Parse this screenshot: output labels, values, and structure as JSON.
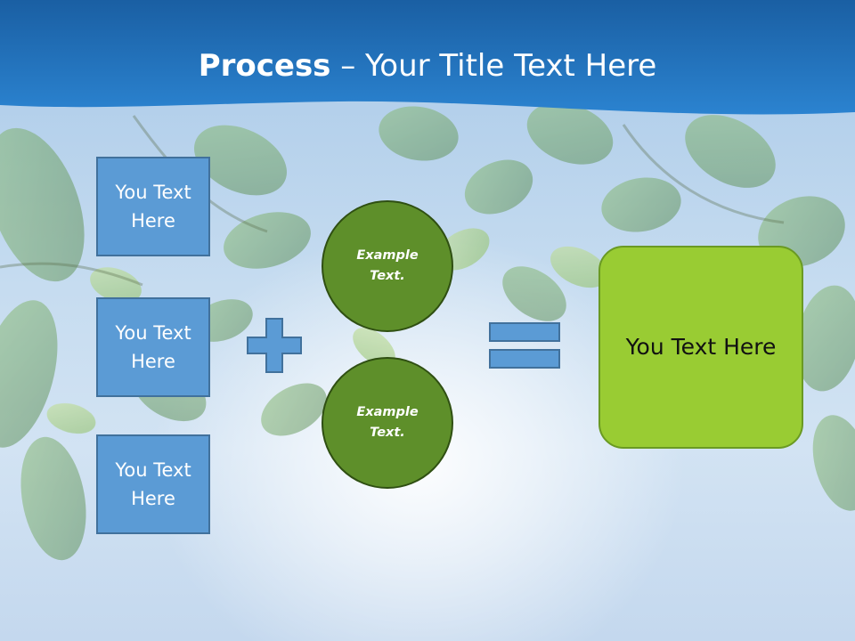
{
  "slide": {
    "title_bold": "Process",
    "title_rest": " – Your Title Text Here"
  },
  "inputs": [
    {
      "label": "You Text Here"
    },
    {
      "label": "You Text Here"
    },
    {
      "label": "You Text Here"
    }
  ],
  "operators": {
    "plus_icon": "plus-sign",
    "equals_icon": "equals-sign"
  },
  "circles": [
    {
      "label": "Example Text."
    },
    {
      "label": "Example Text."
    }
  ],
  "result": {
    "label": "You Text Here"
  },
  "colors": {
    "header_blue": "#1f6fb5",
    "box_blue": "#5b9bd5",
    "box_blue_border": "#41719c",
    "circle_green": "#5e8f2a",
    "result_green": "#99cc33"
  }
}
